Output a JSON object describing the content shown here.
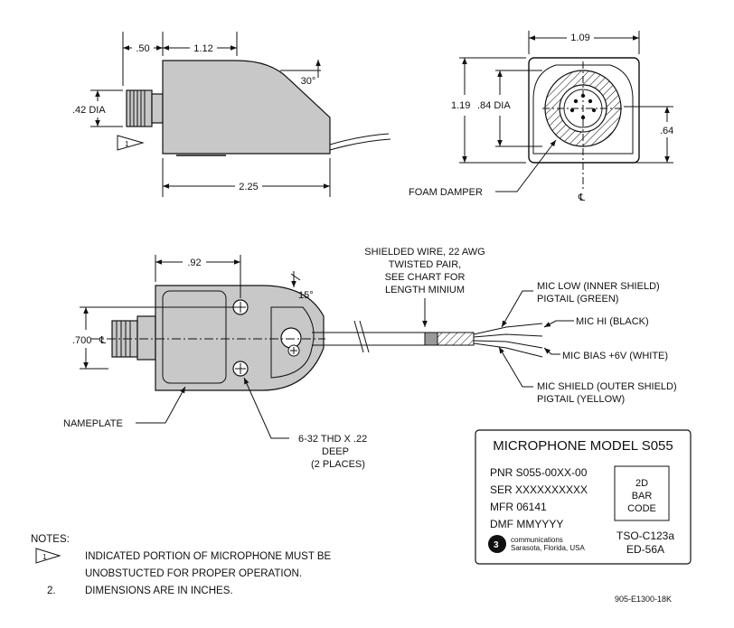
{
  "dimensions": {
    "d050": ".50",
    "d112": "1.12",
    "d042": ".42 DIA",
    "d30deg": "30°",
    "d225": "2.25",
    "d109": "1.09",
    "d119": "1.19",
    "d084": ".84 DIA",
    "d064": ".64",
    "d092": ".92",
    "d15deg": "15°",
    "d0700": ".700",
    "centerline": "℄"
  },
  "callouts": {
    "flag_number": "1",
    "foam_damper": "FOAM DAMPER",
    "shielded_wire": [
      "SHIELDED WIRE, 22 AWG",
      "TWISTED PAIR,",
      "SEE CHART FOR",
      "LENGTH MINIUM"
    ],
    "mic_low": [
      "MIC LOW (INNER SHIELD)",
      "PIGTAIL (GREEN)"
    ],
    "mic_hi": "MIC HI (BLACK)",
    "mic_bias": "MIC BIAS +6V (WHITE)",
    "mic_shield": [
      "MIC SHIELD (OUTER SHIELD)",
      "PIGTAIL (YELLOW)"
    ],
    "nameplate": "NAMEPLATE",
    "thread": [
      "6-32 THD X .22",
      "DEEP",
      "(2 PLACES)"
    ]
  },
  "nameplate_box": {
    "title": "MICROPHONE MODEL S055",
    "pnr": "PNR  S055-00XX-00",
    "ser": "SER XXXXXXXXXX",
    "mfr": "MFR 06141",
    "dmf": "DMF MMYYYY",
    "barcode": [
      "2D",
      "BAR",
      "CODE"
    ],
    "logo_line1": "communications",
    "logo_line2": "Sarasota, Florida, USA",
    "tso": "TSO-C123a",
    "ed": "ED-56A"
  },
  "notes": {
    "heading": "NOTES:",
    "note1_num": "1",
    "note1_line1": "INDICATED PORTION OF MICROPHONE MUST BE",
    "note1_line2": "UNOBSTUCTED FOR PROPER OPERATION.",
    "note2_num": "2.",
    "note2_text": "DIMENSIONS ARE IN INCHES."
  },
  "drawing_ref": "905-E1300-18K",
  "colors": {
    "body_gray": "#c8c8c8",
    "line": "#111111"
  }
}
